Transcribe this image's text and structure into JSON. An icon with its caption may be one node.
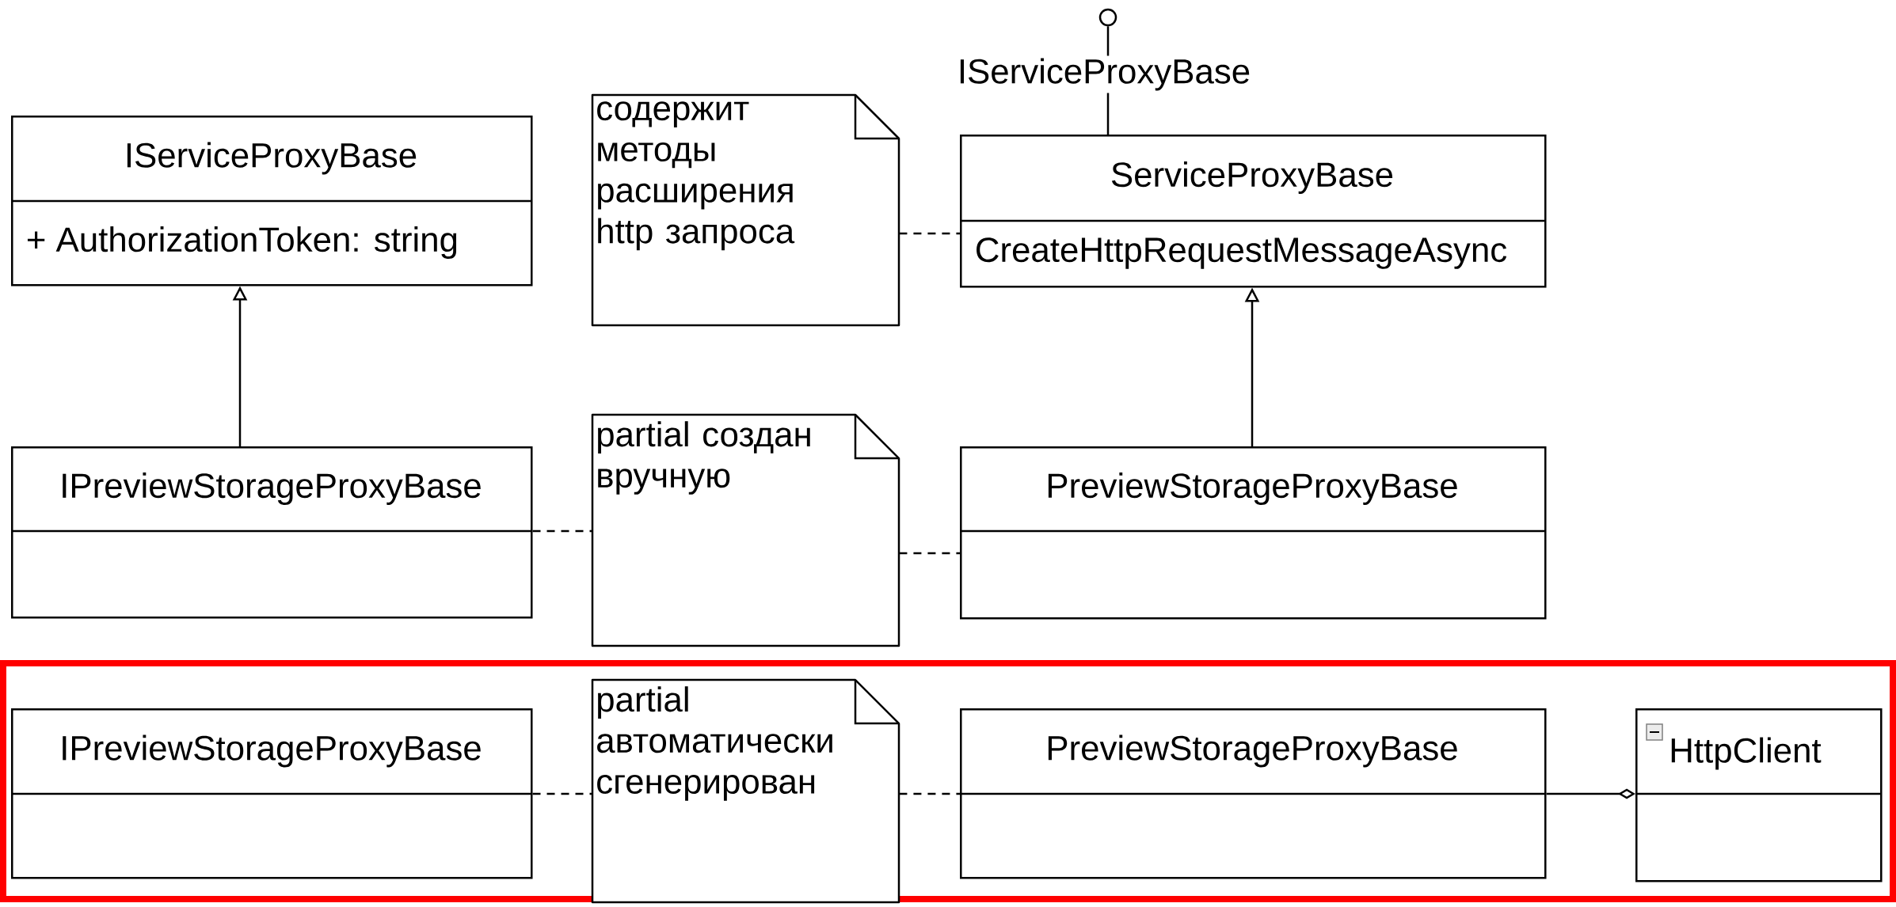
{
  "diagram": {
    "nodes": [
      {
        "text": [
          "IServiceProxyBase",
          "+ AuthorizationToken: string"
        ]
      },
      {
        "text": [
          "содержит методы расширения http запроса"
        ]
      },
      {
        "text": [],
        "shape": "circle",
        "beside": [
          "IServiceProxyBase"
        ]
      },
      {
        "text": [
          "ServiceProxyBase",
          "CreateHttpRequestMessageAsync"
        ]
      },
      {
        "text": [
          "IPreviewStorageProxyBase"
        ]
      },
      {
        "text": [
          "partial создан вручную"
        ]
      },
      {
        "text": [
          "PreviewStorageProxyBase"
        ]
      },
      {
        "text": [
          "IPreviewStorageProxyBase"
        ]
      },
      {
        "text": [
          "partial автоматически сгенерирован"
        ]
      },
      {
        "text": [
          "PreviewStorageProxyBase"
        ]
      },
      {
        "text": [
          "HttpClient"
        ]
      }
    ],
    "edges": [
      {
        "from": 4,
        "to": 0,
        "arrow": "to"
      },
      {
        "from": 1,
        "to": 3,
        "arrow": "none",
        "style": "dashed"
      },
      {
        "from": 2,
        "to": 3,
        "arrow": "none"
      },
      {
        "from": 6,
        "to": 3,
        "arrow": "to"
      },
      {
        "from": 4,
        "to": 5,
        "arrow": "none",
        "style": "dashed"
      },
      {
        "from": 5,
        "to": 6,
        "arrow": "none",
        "style": "dashed"
      },
      {
        "from": 7,
        "to": 8,
        "arrow": "none",
        "style": "dashed"
      },
      {
        "from": 8,
        "to": 9,
        "arrow": "none",
        "style": "dashed"
      },
      {
        "from": 9,
        "to": 10,
        "arrow": "other"
      }
    ]
  }
}
